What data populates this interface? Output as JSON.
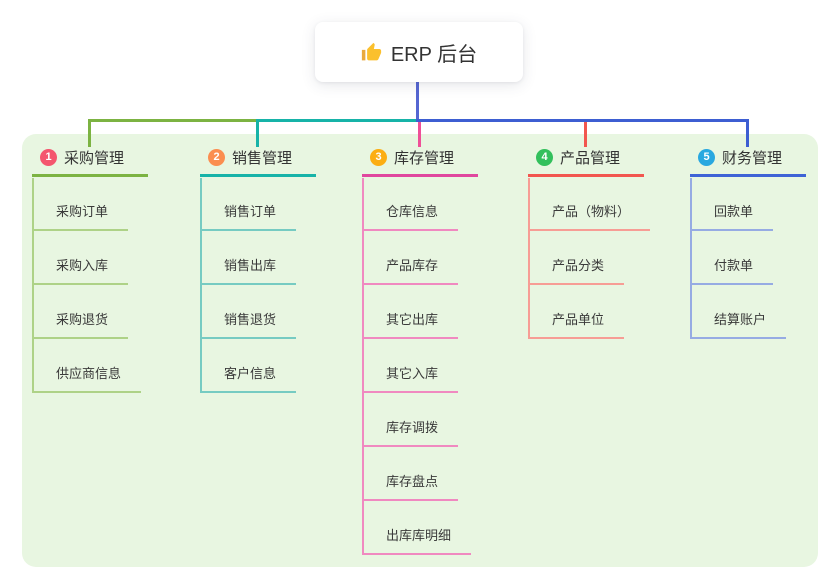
{
  "root": {
    "label": "ERP 后台",
    "icon": "thumbs-up-icon"
  },
  "canvas": {
    "background": "#ffffff",
    "panel_color": "#e8f6e1"
  },
  "connector": {
    "root_line_color": "#5566d2",
    "bus_segment_colors": [
      "#7cb342",
      "#17b3a8",
      "#3d5ed2"
    ],
    "drop_colors": [
      "#7cb342",
      "#17b3a8",
      "#ef4f98",
      "#f2564f",
      "#3d5ed2"
    ]
  },
  "branches": [
    {
      "num": "1",
      "label": "采购管理",
      "accent": "#7cb342",
      "icon_bg": "#f4566e",
      "child_line": "#aed287",
      "children": [
        "采购订单",
        "采购入库",
        "采购退货",
        "供应商信息"
      ]
    },
    {
      "num": "2",
      "label": "销售管理",
      "accent": "#17b3a8",
      "icon_bg": "#fb8e50",
      "child_line": "#76cbc2",
      "children": [
        "销售订单",
        "销售出库",
        "销售退货",
        "客户信息"
      ]
    },
    {
      "num": "3",
      "label": "库存管理",
      "accent": "#e0479e",
      "icon_bg": "#fcae13",
      "child_line": "#f089c0",
      "children": [
        "仓库信息",
        "产品库存",
        "其它出库",
        "其它入库",
        "库存调拨",
        "库存盘点",
        "出库库明细"
      ]
    },
    {
      "num": "4",
      "label": "产品管理",
      "accent": "#f2564f",
      "icon_bg": "#33c05c",
      "child_line": "#f79d95",
      "children": [
        "产品（物料）",
        "产品分类",
        "产品单位"
      ]
    },
    {
      "num": "5",
      "label": "财务管理",
      "accent": "#3e63d6",
      "icon_bg": "#29a8e0",
      "child_line": "#96abe3",
      "children": [
        "回款单",
        "付款单",
        "结算账户"
      ]
    }
  ]
}
